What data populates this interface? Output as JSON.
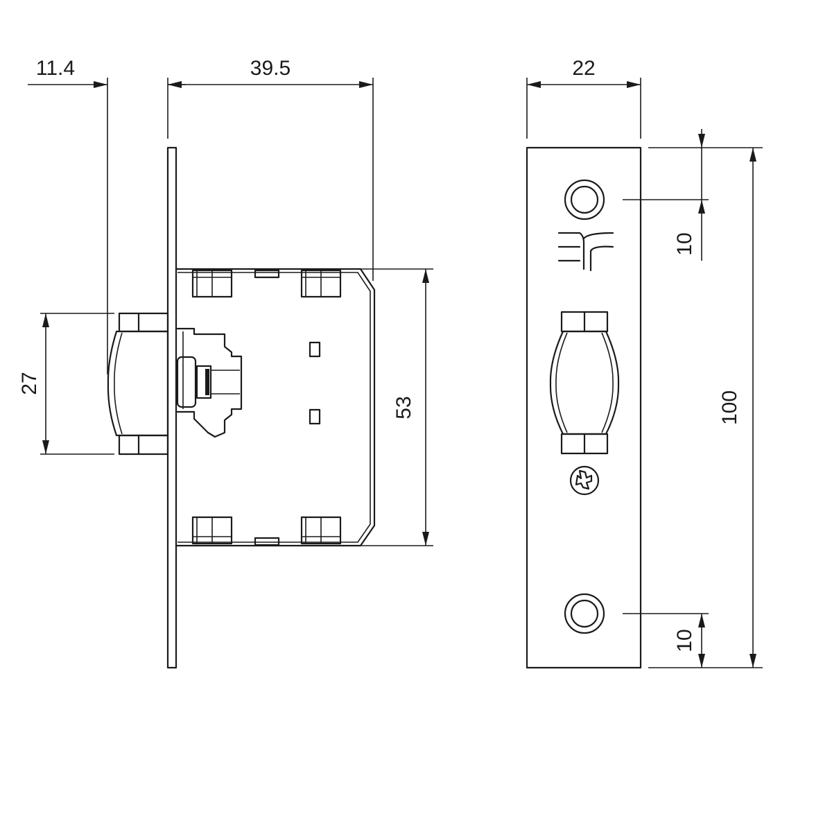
{
  "drawing": {
    "side_view": {
      "dimensions": {
        "latch_projection": "11.4",
        "body_depth": "39.5",
        "latch_height": "27",
        "body_height": "53"
      }
    },
    "front_view": {
      "dimensions": {
        "plate_width": "22",
        "plate_height": "100",
        "top_hole_offset": "10",
        "bottom_hole_offset": "10"
      },
      "logo": "F"
    }
  }
}
